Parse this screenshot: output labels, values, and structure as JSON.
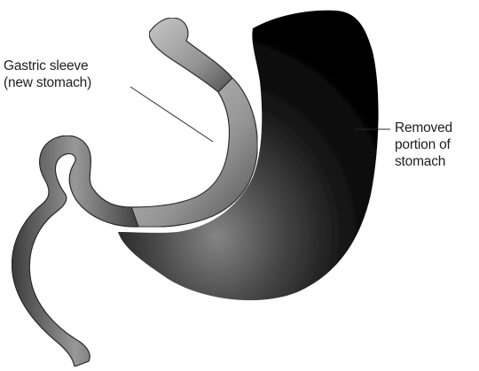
{
  "labels": {
    "gastric_sleeve": [
      "Gastric sleeve",
      "(new stomach)"
    ],
    "removed_portion": [
      "Removed",
      "portion of",
      "stomach"
    ]
  },
  "colors": {
    "sleeve_light": "#b4b4b4",
    "sleeve_dark": "#3a3a3a",
    "removed_light": "#8a8a8a",
    "removed_dark": "#060606",
    "leader_line": "#2a2a2a",
    "background": "#ffffff"
  }
}
